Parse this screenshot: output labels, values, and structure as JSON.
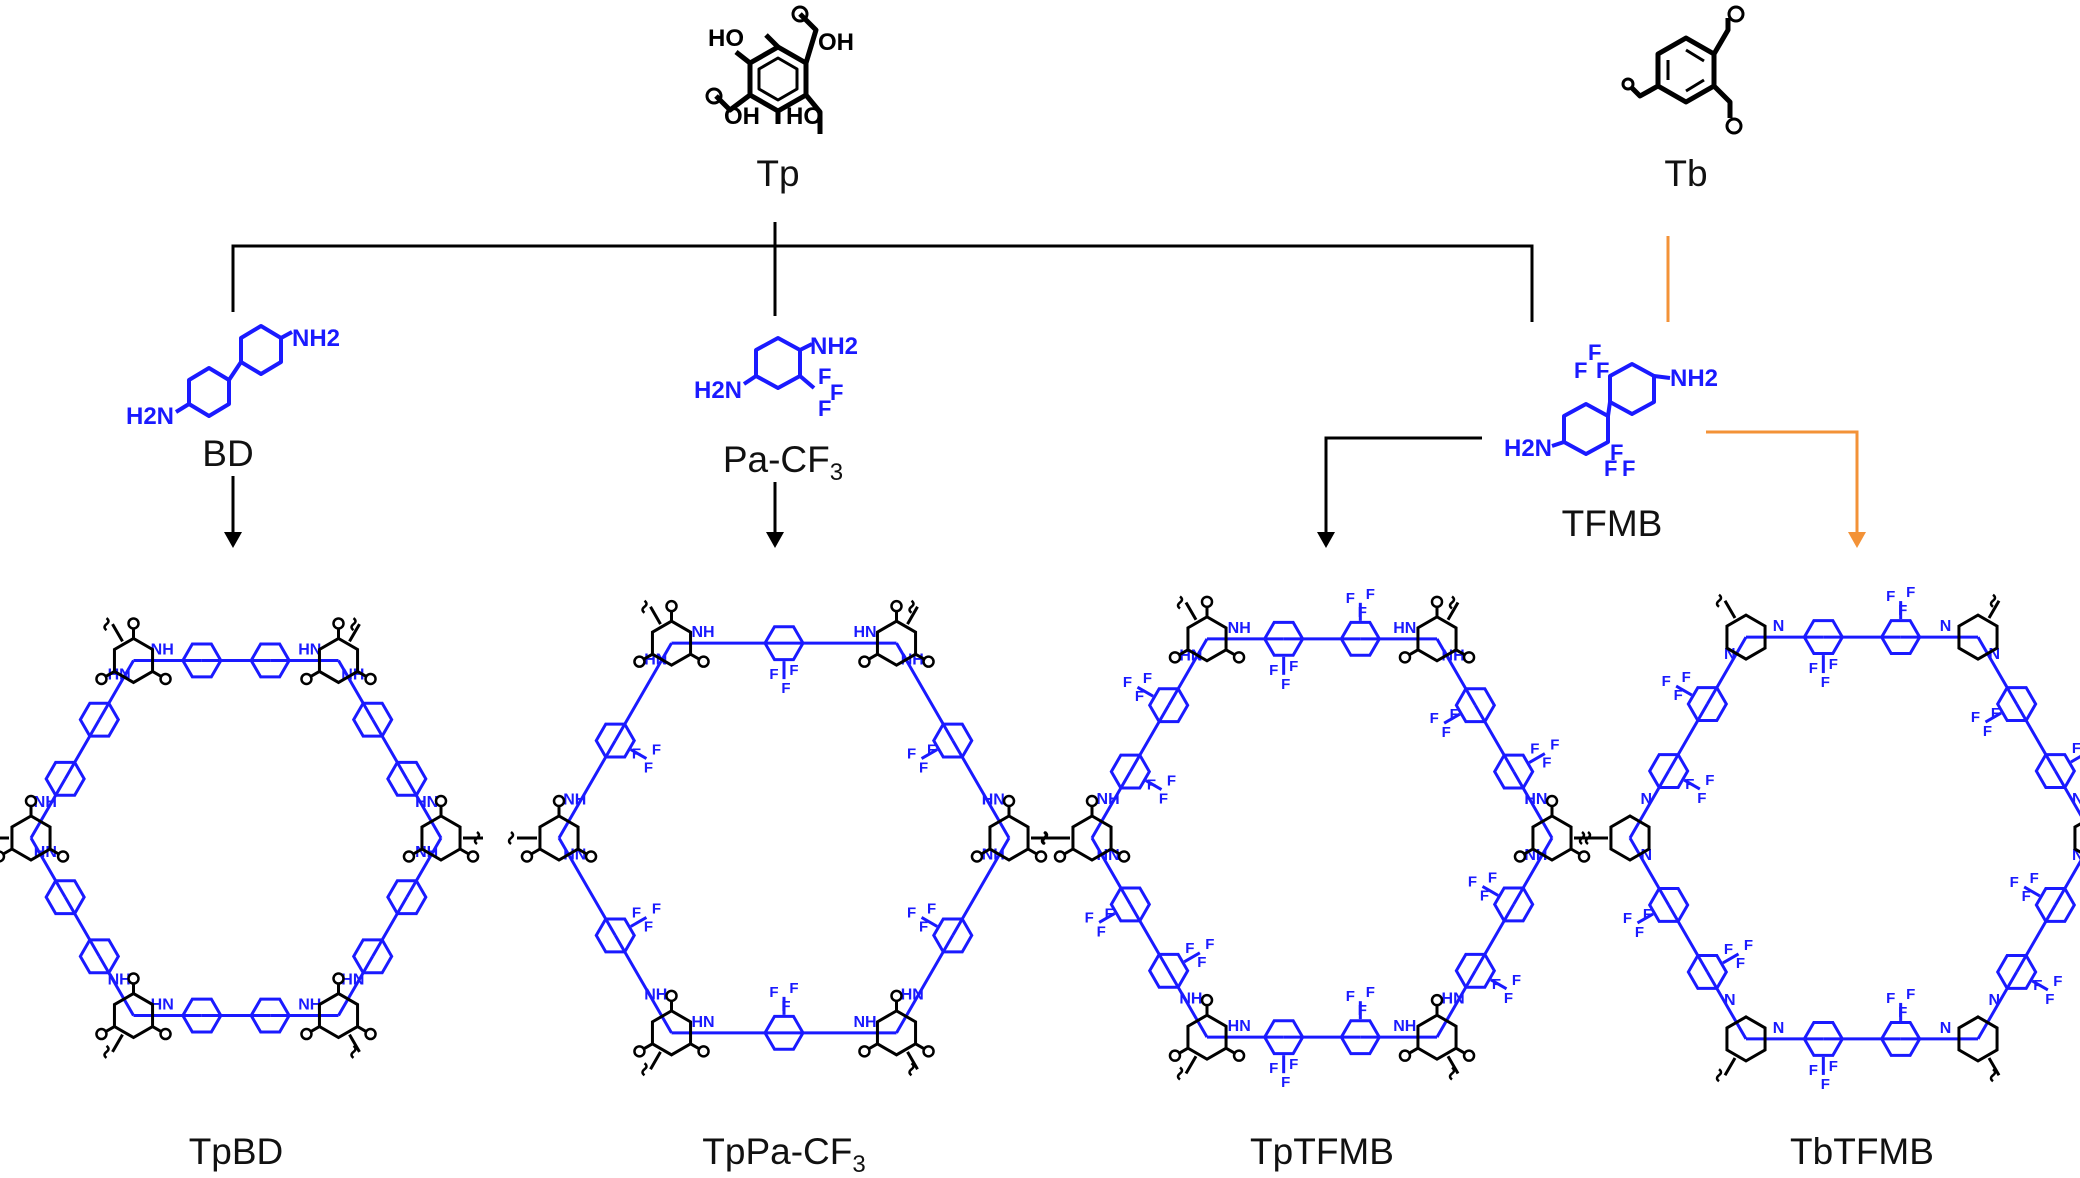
{
  "colors": {
    "black": "#000000",
    "blue": "#1a1aff",
    "orange": "#f39237"
  },
  "monomers": {
    "tp": {
      "label": "Tp",
      "atoms": [
        "HO",
        "OH",
        "OH",
        "HO"
      ]
    },
    "tb": {
      "label": "Tb"
    },
    "bd": {
      "label": "BD",
      "atoms": [
        "NH2",
        "H2N"
      ]
    },
    "pacf3": {
      "label": "Pa-CF",
      "sub": "3",
      "atoms": [
        "NH2",
        "H2N",
        "F",
        "F",
        "F"
      ]
    },
    "tfmb": {
      "label": "TFMB",
      "atoms": [
        "NH2",
        "H2N",
        "F",
        "F",
        "F",
        "F",
        "F",
        "F"
      ]
    }
  },
  "products": [
    {
      "id": "tpbd",
      "label": "TpBD",
      "sub": "",
      "linker_atoms": [
        "NH",
        "HN"
      ]
    },
    {
      "id": "tppacf3",
      "label": "TpPa-CF",
      "sub": "3",
      "linker_atoms": [
        "NH",
        "HN",
        "F",
        "F",
        "F"
      ]
    },
    {
      "id": "tptfmb",
      "label": "TpTFMB",
      "sub": "",
      "linker_atoms": [
        "NH",
        "HN",
        "F",
        "F",
        "F"
      ]
    },
    {
      "id": "tbtfmb",
      "label": "TbTFMB",
      "sub": "",
      "linker_atoms": [
        "N",
        "N",
        "F",
        "F",
        "F"
      ]
    }
  ]
}
